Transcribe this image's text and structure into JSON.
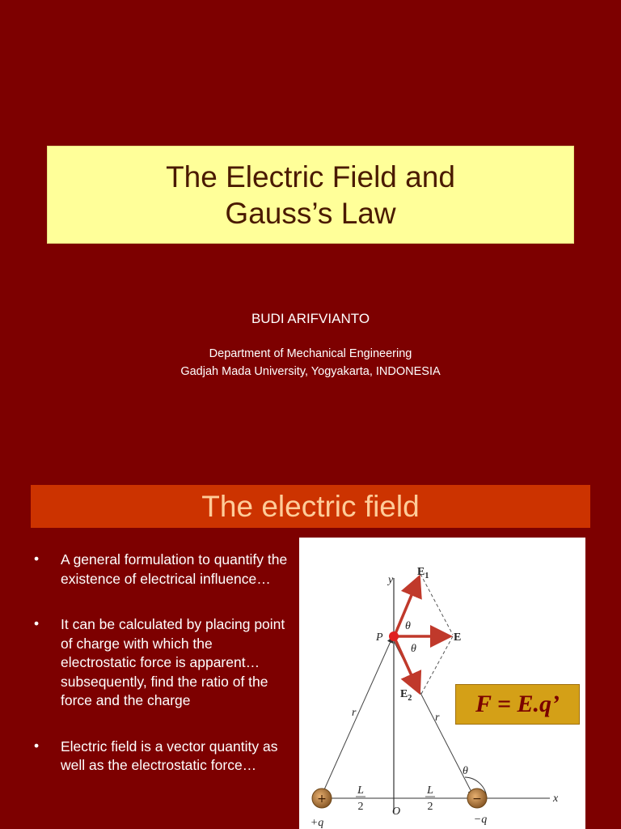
{
  "title_slide": {
    "title_line1": "The Electric Field and",
    "title_line2": "Gauss’s Law",
    "author": "BUDI ARIFVIANTO",
    "affiliation_line1": "Department of Mechanical Engineering",
    "affiliation_line2": "Gadjah Mada University, Yogyakarta, INDONESIA"
  },
  "section": {
    "heading": "The electric field",
    "bullets": [
      "A general formulation to quantify the existence of electrical influence…",
      "It can be calculated by placing point of charge with which the electrostatic force is apparent… subsequently, find the ratio of the force and the charge",
      "Electric field is a vector quantity as well as the electrostatic force…"
    ],
    "bullet_symbol": "•",
    "formula": "F = E.q’"
  },
  "figure": {
    "labels": {
      "e1": "E",
      "e1_sub": "1",
      "e": "E",
      "e2": "E",
      "e2_sub": "2",
      "y": "y",
      "x": "x",
      "p": "P",
      "theta1": "θ",
      "theta2": "θ",
      "theta3": "θ",
      "r_left": "r",
      "r_right": "r",
      "o": "O",
      "l_num_left": "L",
      "l_den_left": "2",
      "l_num_right": "L",
      "l_den_right": "2",
      "plus_q": "+q",
      "minus_q": "−q"
    }
  },
  "colors": {
    "background": "#7d0000",
    "title_box": "#ffff99",
    "section_bar": "#cc3300",
    "section_text": "#ffcc99",
    "formula_box": "#d4a017",
    "vector_red": "#c0392b"
  }
}
